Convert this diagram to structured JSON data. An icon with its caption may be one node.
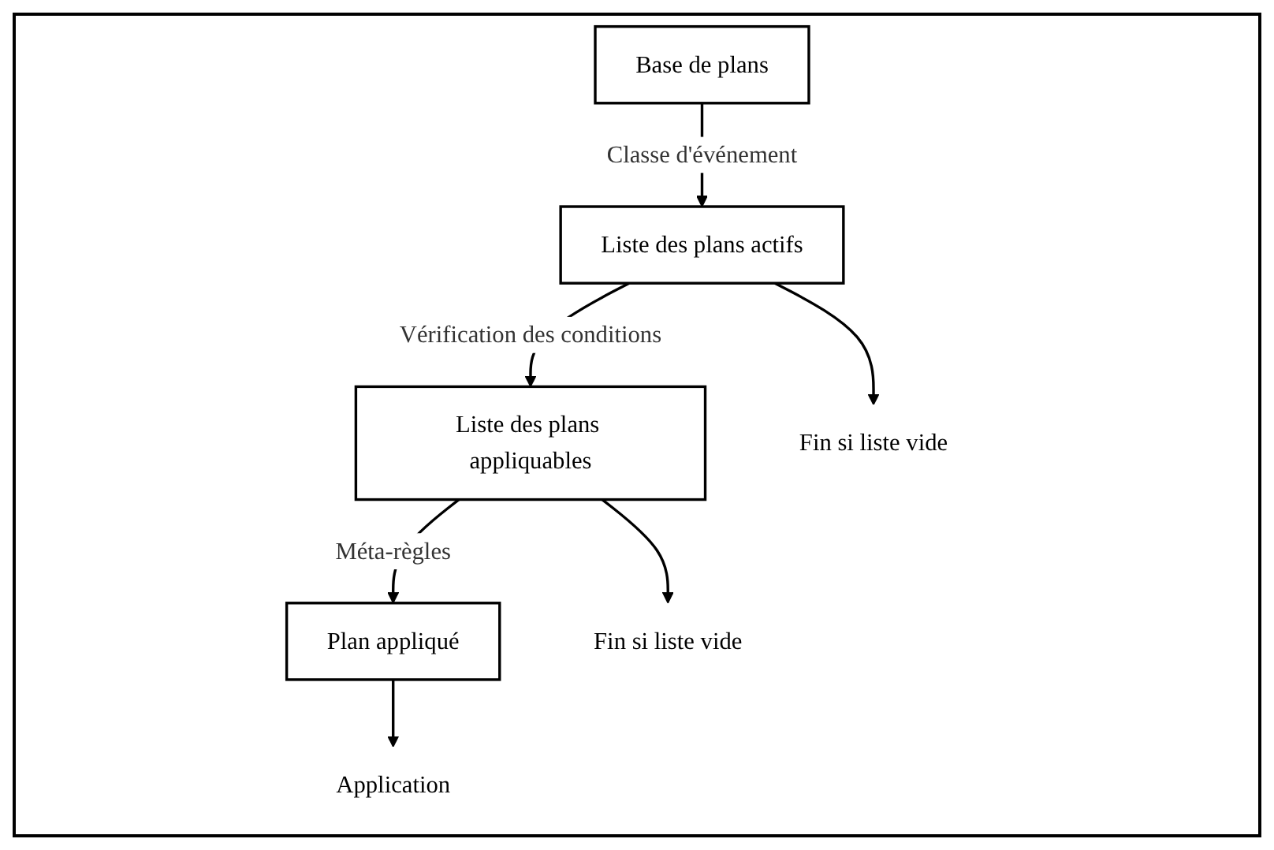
{
  "diagram": {
    "nodes": [
      {
        "text": [
          "Base de plans"
        ]
      },
      {
        "text": [
          "Liste des plans actifs"
        ]
      },
      {
        "text": [
          "Liste des plans appliquables"
        ]
      },
      {
        "text": [
          "Plan appliqué"
        ]
      },
      {
        "text": [
          "Fin si liste vide"
        ]
      },
      {
        "text": [
          "Fin si liste vide"
        ]
      },
      {
        "text": [
          "Application"
        ]
      }
    ],
    "edges": [
      {
        "from": 0,
        "to": 1,
        "arrow": "to",
        "label": "Classe d'événement"
      },
      {
        "from": 1,
        "to": 4,
        "arrow": "to"
      },
      {
        "from": 1,
        "to": 2,
        "arrow": "to",
        "label": "Vérification des conditions"
      },
      {
        "from": 2,
        "to": 5,
        "arrow": "to"
      },
      {
        "from": 2,
        "to": 3,
        "arrow": "to",
        "label": "Méta-règles"
      },
      {
        "from": 3,
        "to": 6,
        "arrow": "to"
      }
    ]
  }
}
